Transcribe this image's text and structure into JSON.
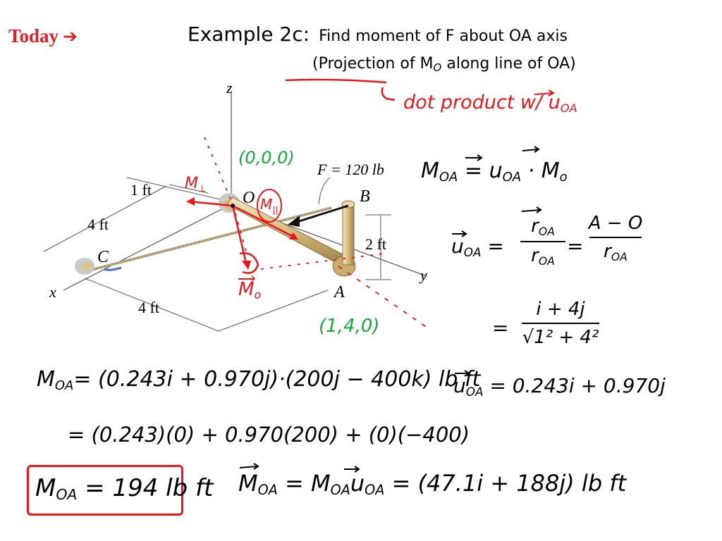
{
  "header": {
    "today": "Today",
    "today_arrow": "➔",
    "example": "Example 2c:",
    "task": "Find moment of F about OA axis",
    "projection_pre": "(Projection of M",
    "projection_sub": "O",
    "projection_post": " along line of OA)"
  },
  "annotations": {
    "dot_product": "dot product w/ u",
    "dot_product_sub": "OA",
    "origin_coords": "(0,0,0)",
    "a_coords": "(1,4,0)",
    "m_perp": "M",
    "m_perp_sub": "⊥",
    "m_par": "M",
    "m_par_sub": "||",
    "m_o": "M",
    "m_o_sub": "o"
  },
  "figure": {
    "z": "z",
    "y": "y",
    "x": "x",
    "o": "O",
    "a": "A",
    "b": "B",
    "c": "C",
    "force": "F = 120 lb",
    "dim_1ft": "1 ft",
    "dim_4ft_left": "4 ft",
    "dim_4ft_bottom": "4 ft",
    "dim_2ft": "2 ft"
  },
  "equations": {
    "eq1_lhs": "M",
    "eq1_lhs_sub": "OA",
    "eq1_rhs_a": "= u",
    "eq1_rhs_a_sub": "OA",
    "eq1_rhs_b": "· M",
    "eq1_rhs_b_sub": "o",
    "eq2_lhs": "u",
    "eq2_lhs_sub": "OA",
    "eq2_eq": "=",
    "eq2_num1": "r",
    "eq2_num1_sub": "OA",
    "eq2_den1": "r",
    "eq2_den1_sub": "OA",
    "eq2_eq2": "=",
    "eq2_num2": "A − O",
    "eq2_den2": "r",
    "eq2_den2_sub": "OA",
    "eq3_eq": "=",
    "eq3_num": "i + 4j",
    "eq3_den_root": "√",
    "eq3_den": "1² + 4²",
    "eq4_lhs": "u",
    "eq4_lhs_sub": "OA",
    "eq4_rhs": "= 0.243i + 0.970j",
    "eq5_lhs": "M",
    "eq5_lhs_sub": "OA",
    "eq5_rhs": "= (0.243i + 0.970j)·(200j − 400k) lb ft",
    "eq6": "= (0.243)(0) + 0.970(200) + (0)(−400)",
    "eq7_lhs": "M",
    "eq7_lhs_sub": "OA",
    "eq7_rhs": "= 194 lb ft",
    "eq8_lhs": "M",
    "eq8_lhs_sub": "OA",
    "eq8_mid": "= M",
    "eq8_mid_sub": "OA",
    "eq8_u": "u",
    "eq8_u_sub": "OA",
    "eq8_rhs": "= (47.1i + 188j) lb ft"
  },
  "colors": {
    "ink_red": "#e8161b",
    "ink_green": "#16a83a",
    "today_red": "#e02020"
  }
}
